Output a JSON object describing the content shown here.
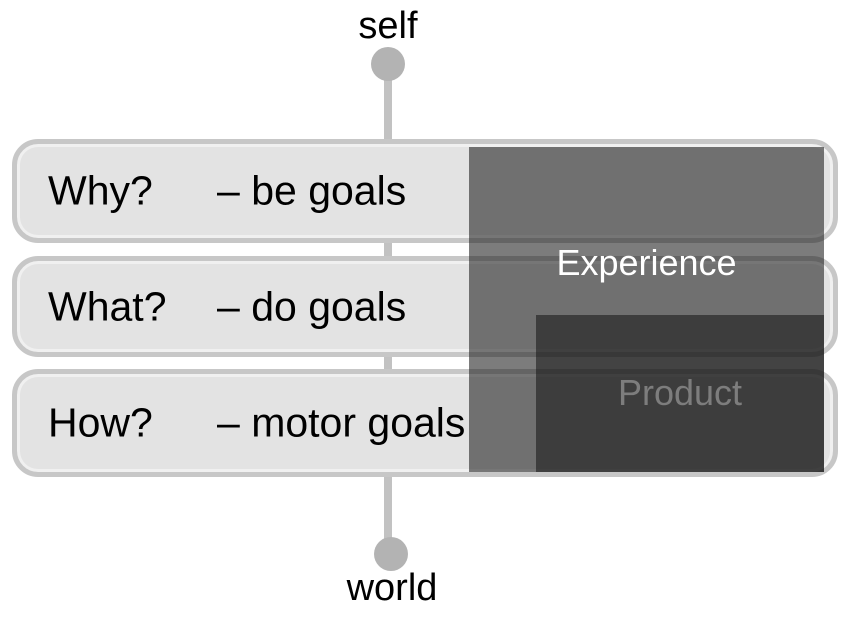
{
  "nodes": {
    "top": {
      "label": "self"
    },
    "bottom": {
      "label": "world"
    }
  },
  "rows": [
    {
      "question": "Why?",
      "goal": "– be goals"
    },
    {
      "question": "What?",
      "goal": "– do goals"
    },
    {
      "question": "How?",
      "goal": "– motor goals"
    }
  ],
  "overlays": {
    "experience": {
      "label": "Experience",
      "fill": "rgba(30,30,30,0.58)",
      "text_color": "#ffffff"
    },
    "product": {
      "label": "Product",
      "fill": "rgba(20,20,20,0.55)",
      "text_color": "#7d7d7d"
    }
  },
  "colors": {
    "background": "#ffffff",
    "box_fill": "#e3e3e3",
    "box_border": "#c7c7c7",
    "connector_line": "#c2c2c2",
    "node_circle": "#b3b3b3",
    "label_text": "#000000"
  }
}
